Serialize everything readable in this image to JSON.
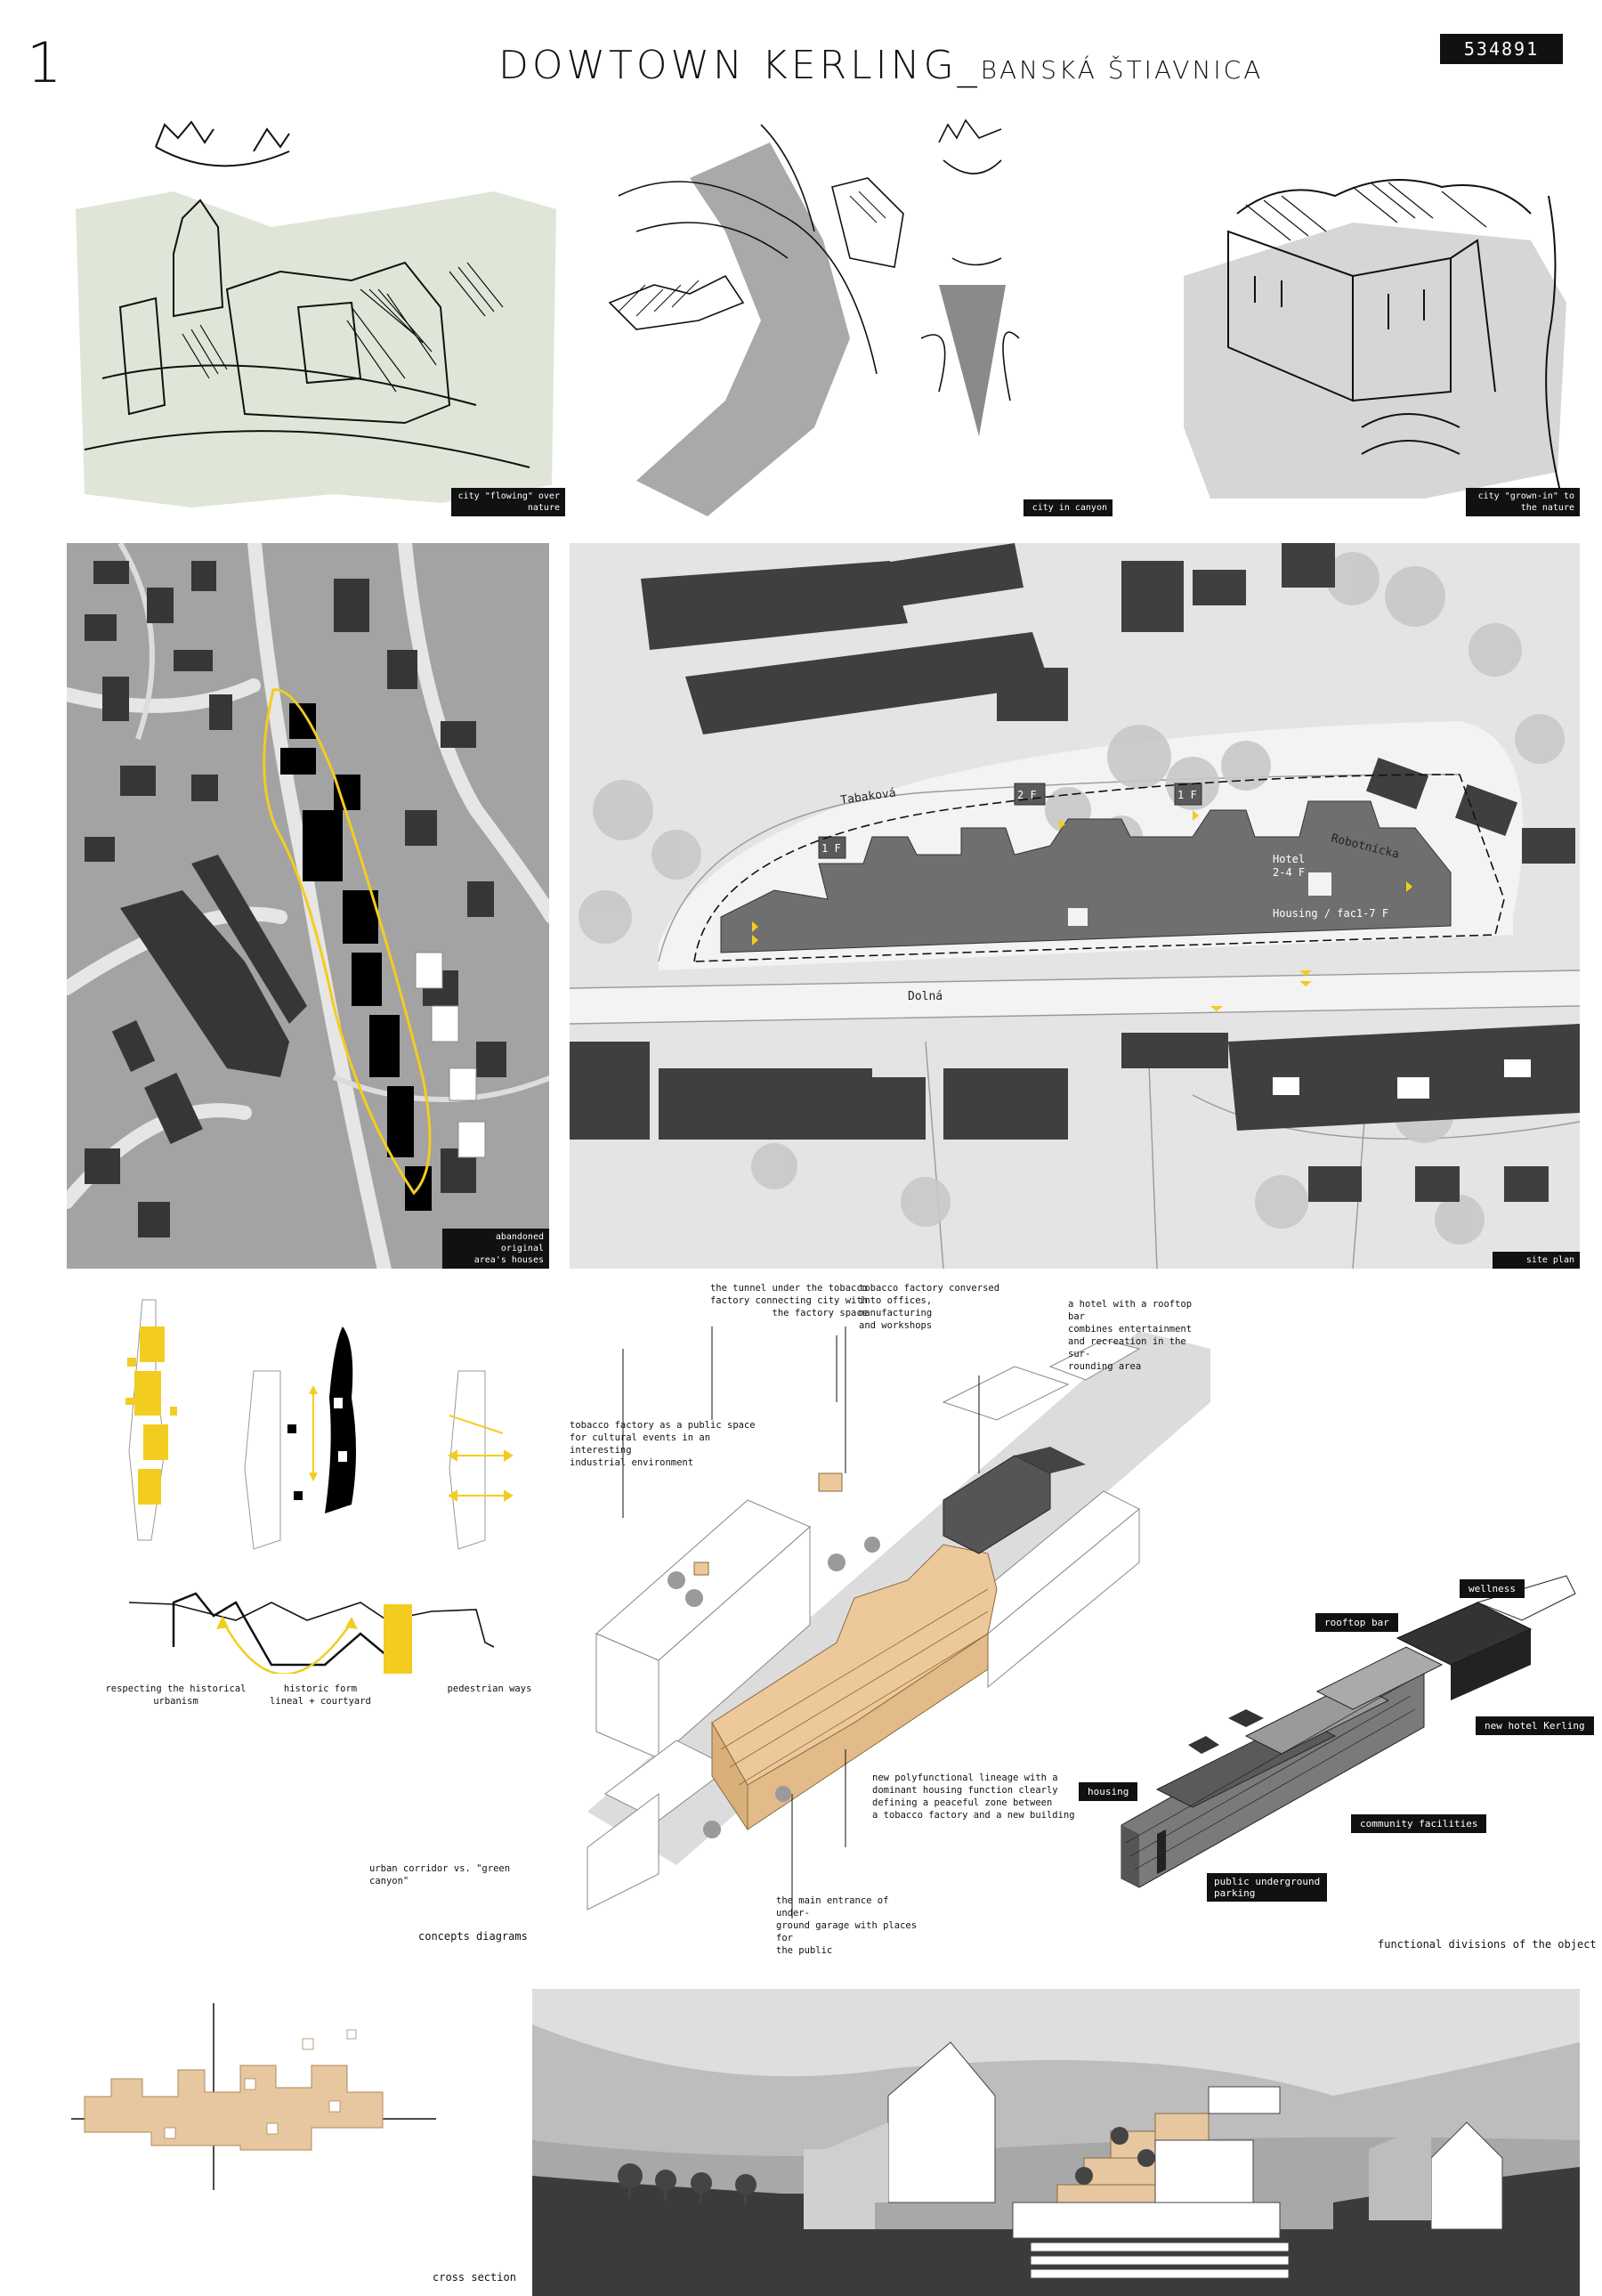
{
  "header": {
    "page_number": "1",
    "title_main": "DOWTOWN KERLING",
    "title_separator": "_",
    "title_sub": "BANSKÁ ŠTIAVNICA",
    "code": "534891"
  },
  "sketches": {
    "s1_label": "city \"flowing\" over\nnature",
    "s2_label": "city in canyon",
    "s3_label": "city \"grown-in\" to\nthe nature"
  },
  "maps": {
    "left_label": "abandoned original\narea's houses",
    "site_label": "site plan",
    "streets": {
      "tabakova": "Tabaková",
      "robotnicka": "Robotnícka",
      "dolna": "Dolná"
    },
    "blocks": {
      "f1a": "1 F",
      "f2": "2 F",
      "f1b": "1 F",
      "hotel": "Hotel\n2-4 F",
      "housing": "Housing / fac1-7 F"
    }
  },
  "concepts": {
    "c1": "respecting the historical\nurbanism",
    "c2": "historic form\nlineal + courtyard",
    "c3": "pedestrian ways",
    "c4": "urban corridor vs. \"green canyon\"",
    "title": "concepts diagrams"
  },
  "axo": {
    "a1": "the tunnel under the tobacco\nfactory connecting city with\nthe factory space",
    "a2": "tobacco factory conversed\ninto offices, manufacturing\nand workshops",
    "a3": "a hotel with a rooftop bar\ncombines entertainment\nand recreation in the sur-\nrounding area",
    "a4": "tobacco factory as a public space\nfor cultural events in an interesting\nindustrial environment",
    "a5": "new polyfunctional lineage with a\ndominant housing function clearly\ndefining a peaceful zone between\na tobacco factory and a new building",
    "a6": "the main entrance of under-\nground garage with places for\nthe public"
  },
  "functions": {
    "wellness": "wellness",
    "rooftop": "rooftop bar",
    "hotel": "new hotel Kerling",
    "housing": "housing",
    "community": "community facilities",
    "parking": "public underground\nparking",
    "title": "functional divisions of the object"
  },
  "section": {
    "title": "cross section"
  },
  "colors": {
    "accent_yellow": "#f2cd1f",
    "building_dark": "#3a3a3a",
    "wood": "#e8c79c",
    "sage": "#dfe6d8"
  }
}
